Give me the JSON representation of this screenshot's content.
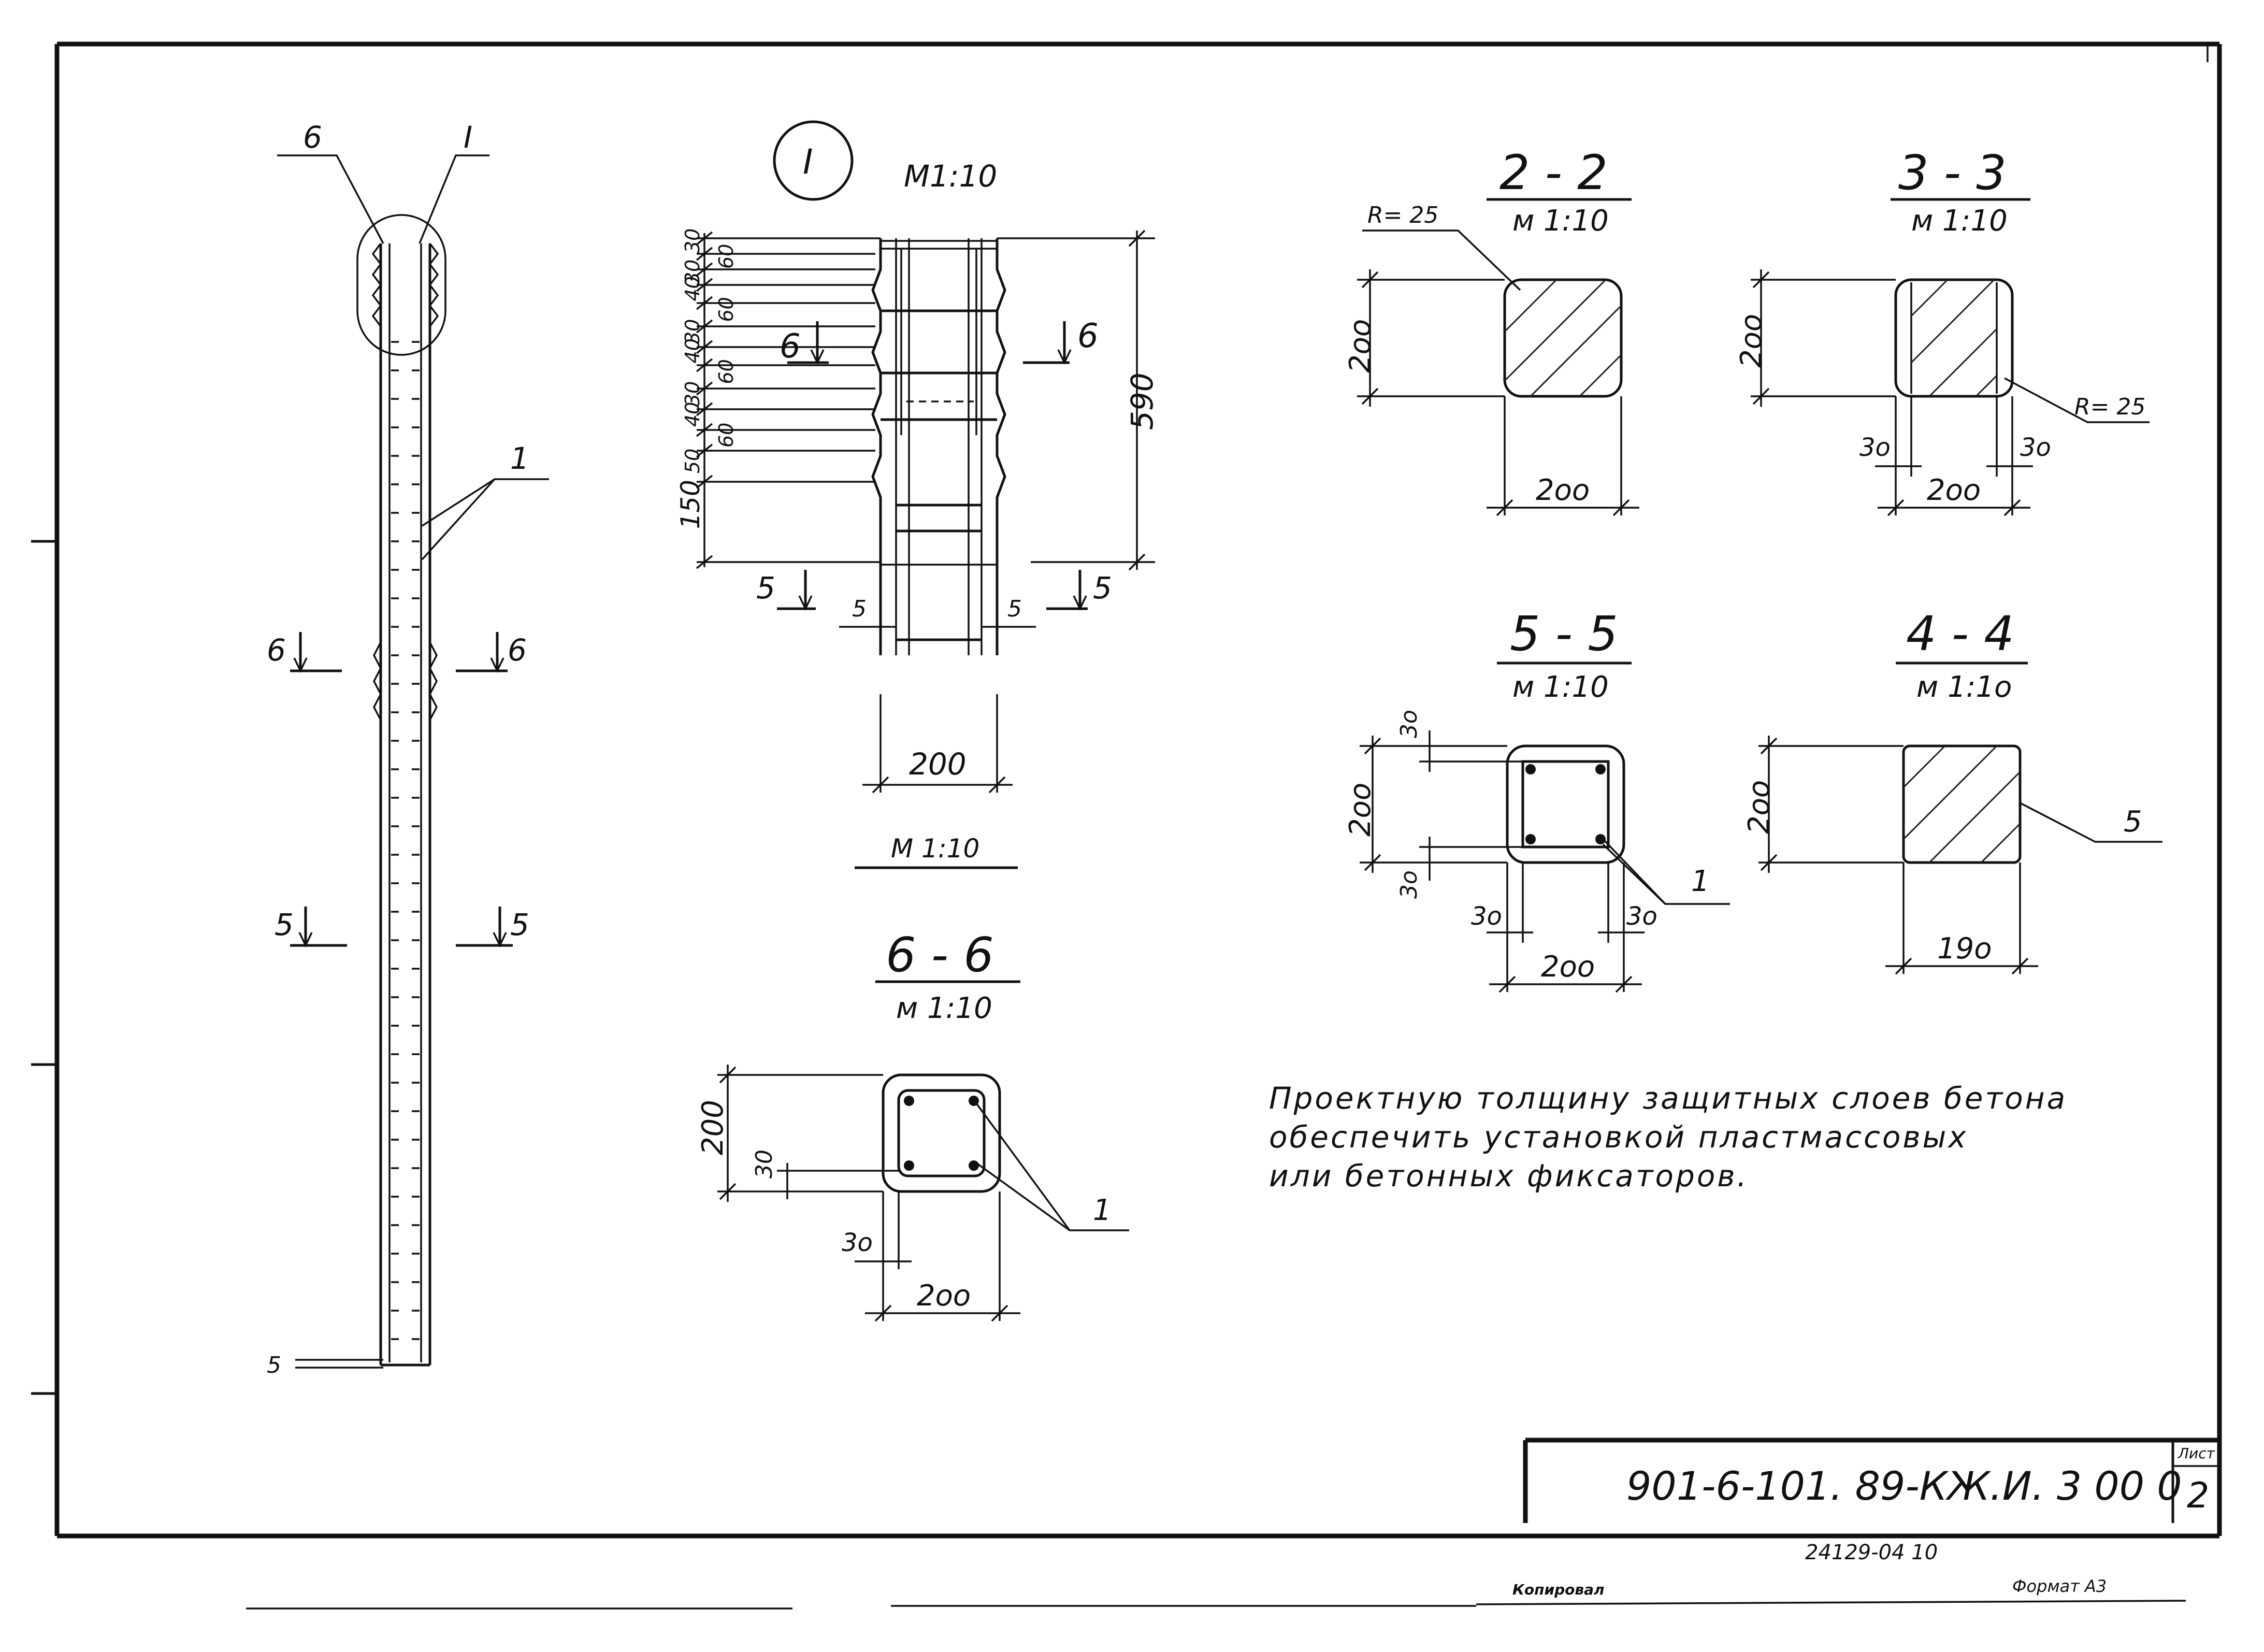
{
  "column": {
    "label_detail_mark": "6",
    "label_detail_ref": "I",
    "label_bars": "1",
    "sec6_left": "6",
    "sec6_right": "6",
    "sec5_left": "5",
    "sec5_right": "5",
    "bottom_cover": "5"
  },
  "detail_I": {
    "symbol": "I",
    "scale_top": "M1:10",
    "dims_left": [
      "30",
      "60",
      "30",
      "40",
      "60",
      "30",
      "40",
      "60",
      "30",
      "40",
      "60",
      "50",
      "150"
    ],
    "dim_total": "590",
    "sec6_left": "6",
    "sec6_right": "6",
    "sec5_left": "5",
    "sec5_right": "5",
    "cover_left": "5",
    "cover_right": "5",
    "width": "200",
    "scale_bottom": "М 1:10"
  },
  "section_6_6": {
    "title": "6 - 6",
    "scale": "м 1:10",
    "height": "200",
    "cover_v": "30",
    "cover_h": "3о",
    "width": "2оо",
    "bars": "1"
  },
  "section_2_2": {
    "title": "2 - 2",
    "scale": "м 1:10",
    "radius": "R= 25",
    "height": "2оо",
    "width": "2оо"
  },
  "section_3_3": {
    "title": "3 - 3",
    "scale": "м 1:10",
    "radius": "R= 25",
    "height": "2оо",
    "cover_left": "3о",
    "cover_right": "3о",
    "width": "2оо"
  },
  "section_5_5": {
    "title": "5 - 5",
    "scale": "м 1:10",
    "height": "2оо",
    "cover_top": "3о",
    "cover_bottom": "3о",
    "cover_left": "3о",
    "cover_right": "3о",
    "width": "2оо",
    "bars": "1"
  },
  "section_4_4": {
    "title": "4 - 4",
    "scale": "м 1:1о",
    "height": "2оо",
    "label": "5",
    "width": "19о"
  },
  "note": [
    "Проектную толщину защитных слоев бетона",
    "обеспечить установкой пластмассовых",
    "или бетонных фиксаторов."
  ],
  "title_block": {
    "code": "901-6-101. 89-КЖ.И. 3 00 0",
    "sheet_label": "Лист",
    "sheet_number": "2",
    "archive_number": "24129-04  10"
  },
  "footer": {
    "copied": "Копировал",
    "format": "Формат A3"
  }
}
